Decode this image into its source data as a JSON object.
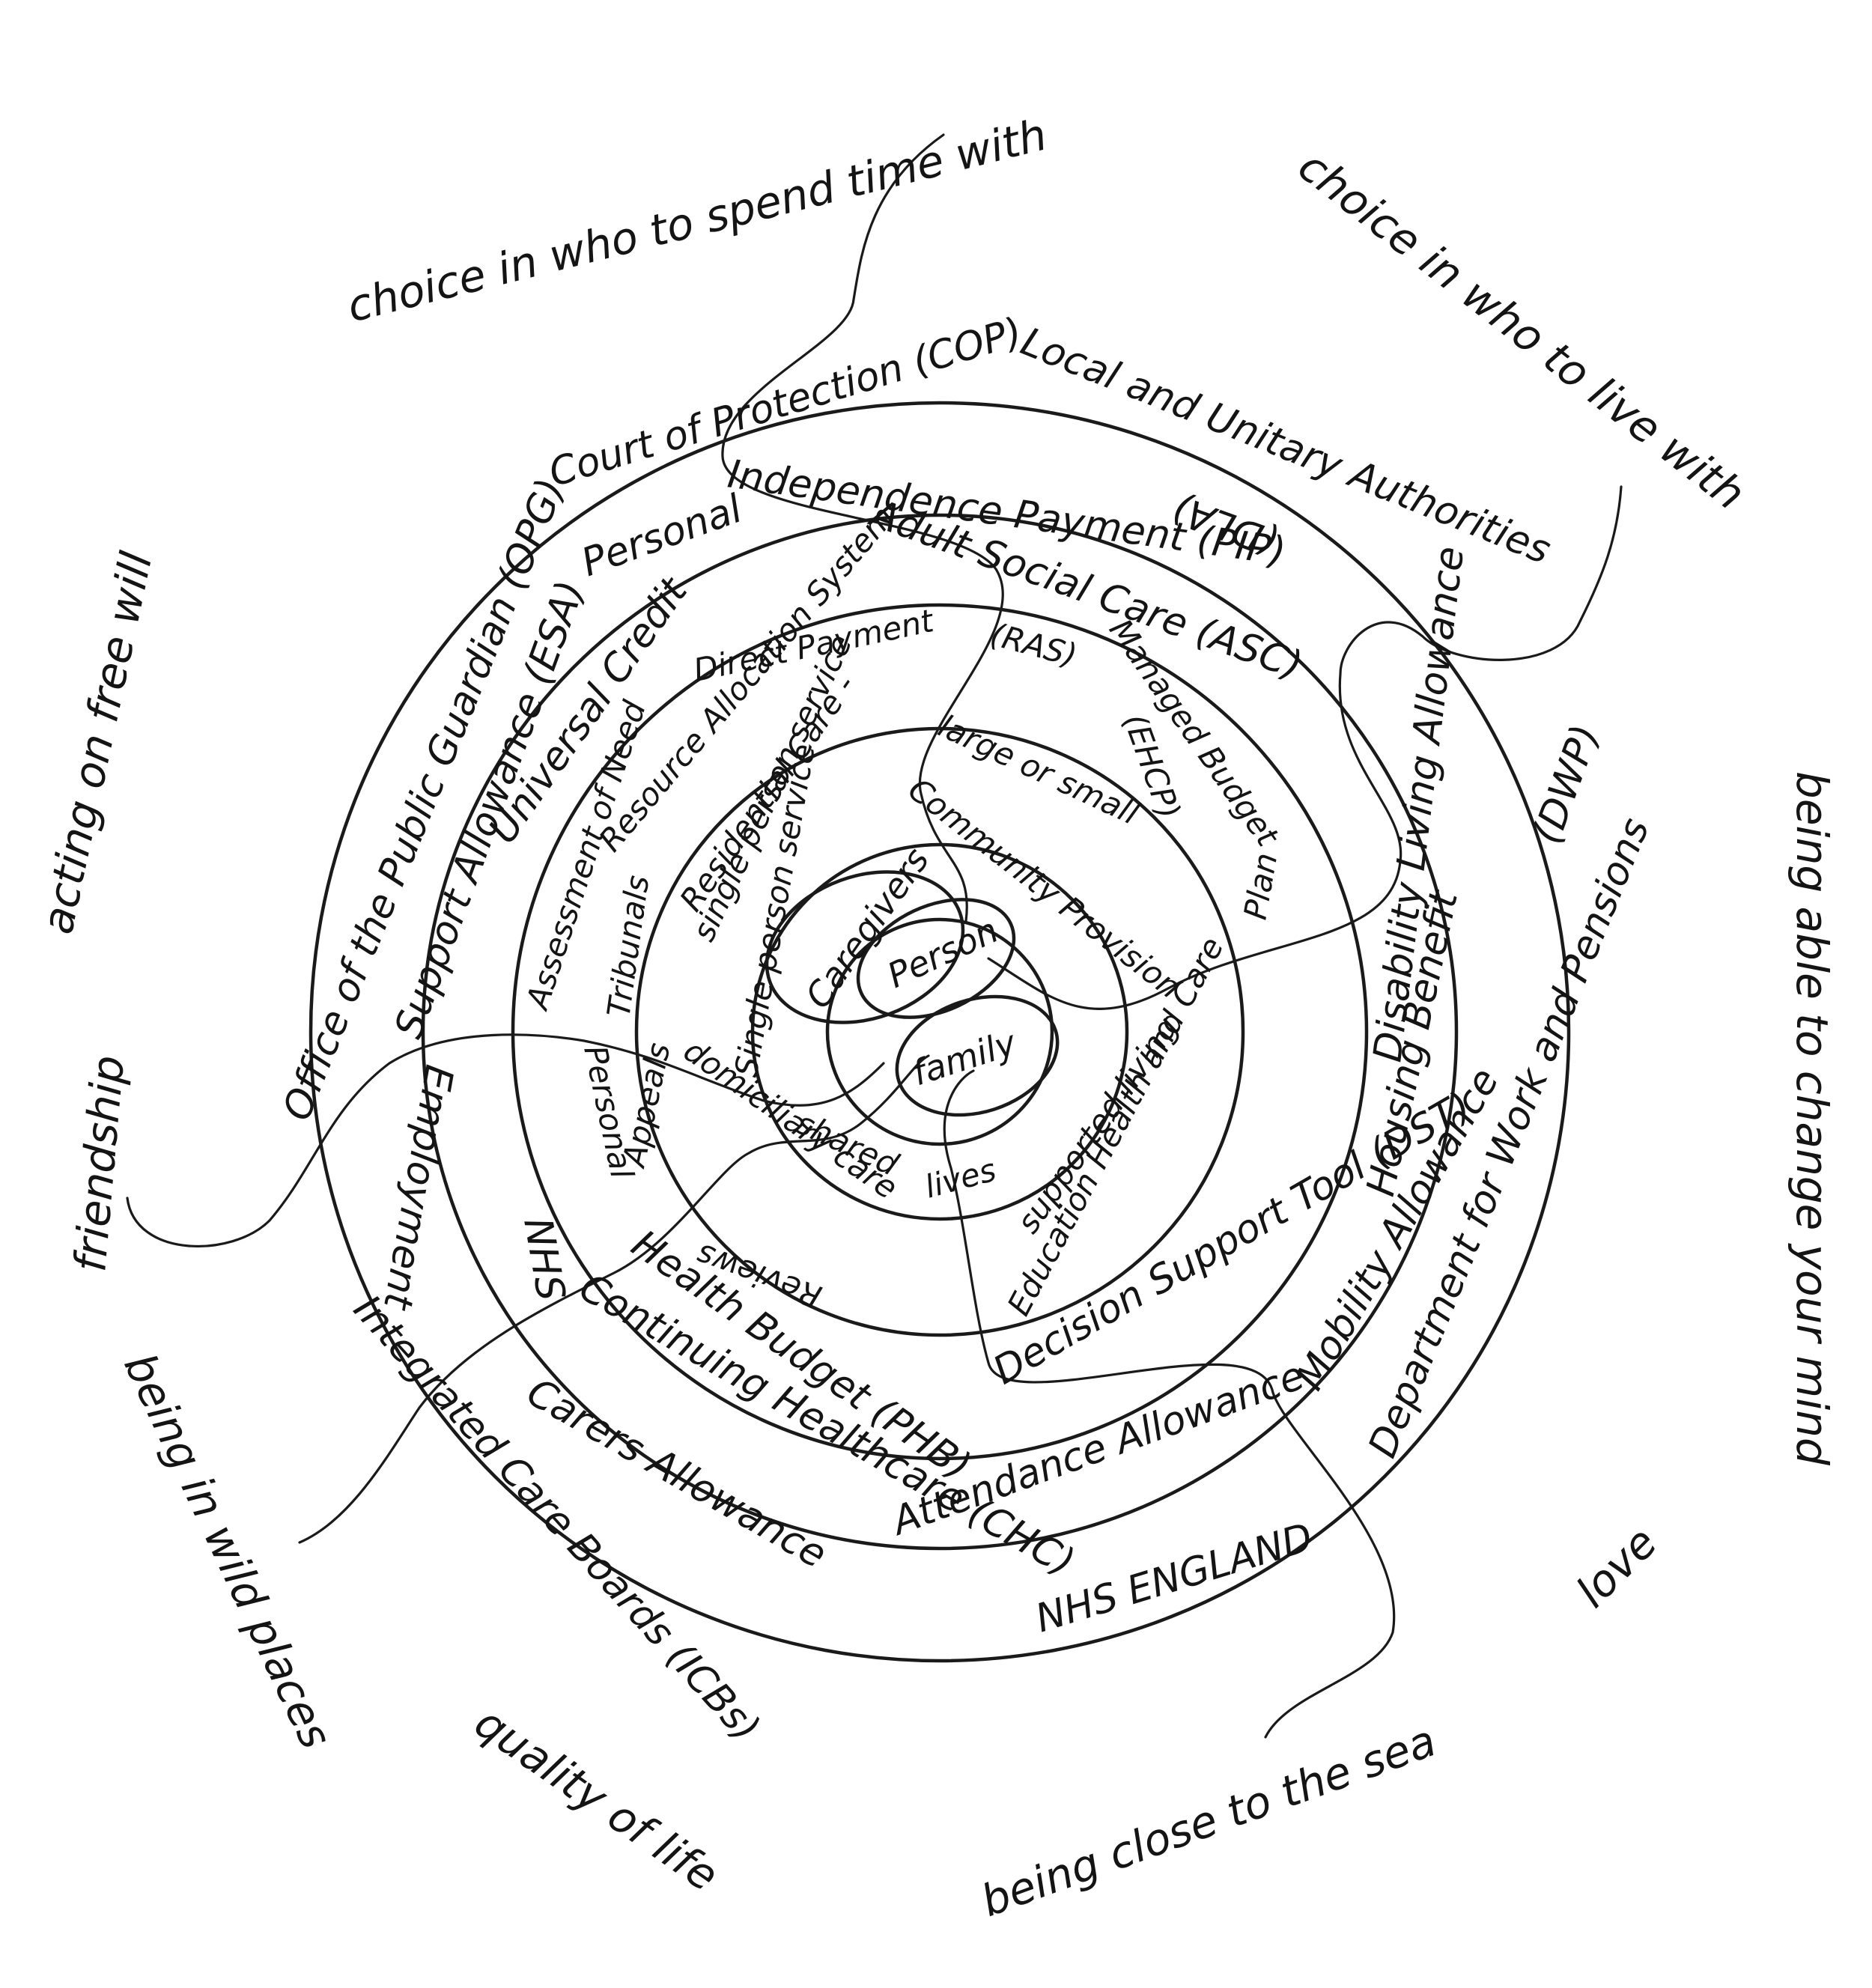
{
  "outer_ring": [
    "Court of Protection (COP)",
    "Local and Unitary Authorities",
    "(DWP)",
    "Department for Work and Pensions",
    "NHS ENGLAND",
    "Integrated Care Boards (ICBs)",
    "Office of the Public Guardian (OPG)"
  ],
  "second_ring": [
    "Personal",
    "Independence Payment (PIP)",
    "(DLA)",
    "Disability Living Allowance",
    "Mobility Allowance",
    "Attendance Allowance",
    "Carers Allowance",
    "Continuing Healthcare (CHC)",
    "NHS",
    "Support Allowance (ESA)",
    "Employment"
  ],
  "third_ring": [
    "Adult Social Care (ASC)",
    "Universal Credit",
    "Housing Benefit",
    "Decision Support Tool (DST)",
    "Education Health and Care",
    "Plan",
    "(EHCP)",
    "Personal",
    "Health Budget (PHB)"
  ],
  "fourth_ring": [
    "Direct Payment",
    "Resource Allocation System",
    "(RAS)",
    "Managed Budget",
    "Assessment of Need",
    "Tribunals",
    "Appeals",
    "Reviews"
  ],
  "fifth_ring": [
    "Residential Care -",
    "large or small",
    "Community Provision",
    "single person service",
    "Single person service",
    "supported living",
    "shared",
    "lives",
    "domiciliary care"
  ],
  "core": [
    "Caregivers",
    "Person",
    "family"
  ],
  "outer_words": [
    "choice in who to spend time with",
    "choice in who to live with",
    "being able to change your mind",
    "love",
    "being close to the sea",
    "quality of life",
    "being in wild places",
    "friendship",
    "acting on free will"
  ]
}
